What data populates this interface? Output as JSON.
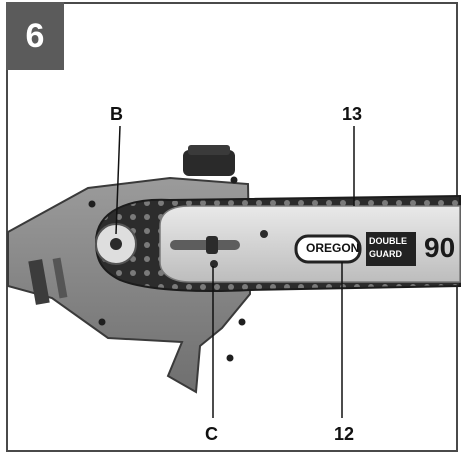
{
  "step_number": "6",
  "callouts": {
    "b": "B",
    "c": "C",
    "n12": "12",
    "n13": "13"
  },
  "bar_brand": "OREGON",
  "bar_logo_line1": "DOUBLE",
  "bar_logo_line2": "GUARD",
  "bar_number": "90",
  "colors": {
    "frame": "#4a4a4a",
    "badge": "#5b5b5b",
    "metal_light": "#d7d7d7",
    "housing": "#8f8f8f",
    "dark": "#222222"
  }
}
